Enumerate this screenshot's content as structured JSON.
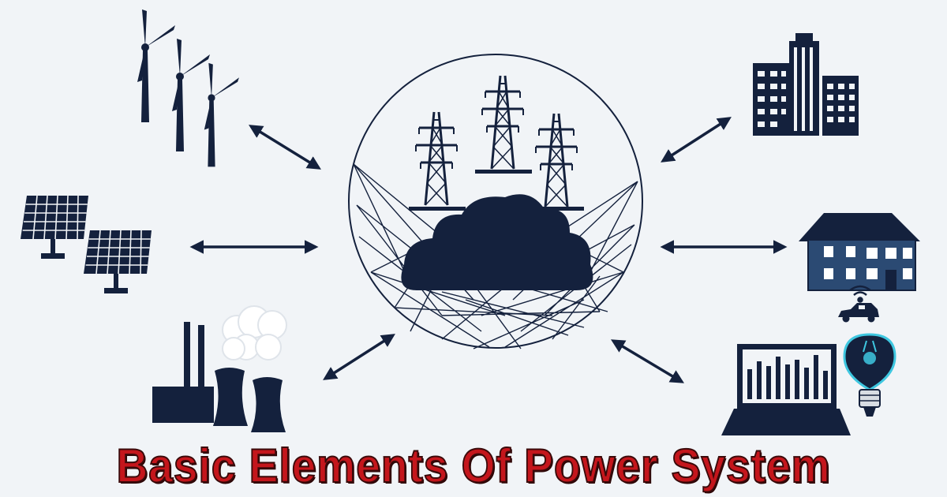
{
  "title": "Basic Elements Of Power System",
  "colors": {
    "icon": "#14213d",
    "house": "#2b4a73",
    "title": "#c4161c",
    "background": "#f1f4f7",
    "bulb_glow": "#3ec7e0"
  },
  "elements": [
    {
      "name": "wind-turbines",
      "icon": "wind-turbine-icon",
      "connection": "bidirectional"
    },
    {
      "name": "solar-panels",
      "icon": "solar-panel-icon",
      "connection": "bidirectional"
    },
    {
      "name": "power-plant",
      "icon": "power-plant-icon",
      "connection": "bidirectional"
    },
    {
      "name": "transmission-grid",
      "icon": "transmission-tower-icon",
      "connection": "hub"
    },
    {
      "name": "buildings",
      "icon": "city-buildings-icon",
      "connection": "bidirectional"
    },
    {
      "name": "house",
      "icon": "house-icon",
      "connection": "bidirectional"
    },
    {
      "name": "electric-car",
      "icon": "electric-car-icon",
      "connection": "wireless"
    },
    {
      "name": "laptop-monitor",
      "icon": "laptop-chart-icon",
      "connection": "bidirectional"
    },
    {
      "name": "light-bulb",
      "icon": "light-bulb-icon",
      "connection": "none"
    }
  ]
}
